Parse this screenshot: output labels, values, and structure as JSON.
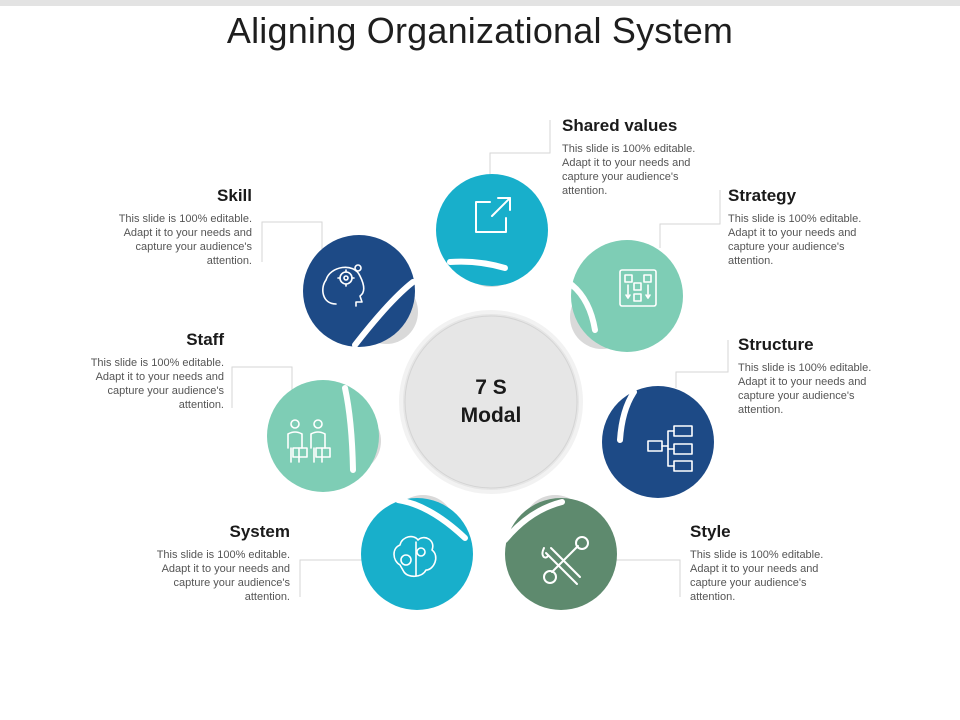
{
  "title": "Aligning Organizational System",
  "center": {
    "line1": "7 S",
    "line2": "Modal"
  },
  "items": [
    {
      "key": "shared-values",
      "label": "Shared values",
      "desc": "This slide is 100% editable. Adapt it to your needs and capture your audience's attention.",
      "color": "#18AFCB",
      "icon": "external-link-icon"
    },
    {
      "key": "strategy",
      "label": "Strategy",
      "desc": "This slide is 100% editable. Adapt it to your needs and capture your audience's attention.",
      "color": "#7ECDB5",
      "icon": "flowchart-icon"
    },
    {
      "key": "structure",
      "label": "Structure",
      "desc": "This slide is 100% editable. Adapt it to your needs and capture your audience's attention.",
      "color": "#1D4A86",
      "icon": "hierarchy-icon"
    },
    {
      "key": "style",
      "label": "Style",
      "desc": "This slide is 100% editable. Adapt it to your needs and capture your audience's attention.",
      "color": "#5E8A6E",
      "icon": "tools-icon"
    },
    {
      "key": "system",
      "label": "System",
      "desc": "This slide is 100% editable. Adapt it to your needs and capture your audience's attention.",
      "color": "#18AFCB",
      "icon": "brain-gears-icon"
    },
    {
      "key": "staff",
      "label": "Staff",
      "desc": "This slide is 100% editable. Adapt it to your needs and capture your audience's attention.",
      "color": "#7ECDB5",
      "icon": "team-icon"
    },
    {
      "key": "skill",
      "label": "Skill",
      "desc": "This slide is 100% editable. Adapt it to your needs and capture your audience's attention.",
      "color": "#1D4A86",
      "icon": "head-gear-icon"
    }
  ]
}
